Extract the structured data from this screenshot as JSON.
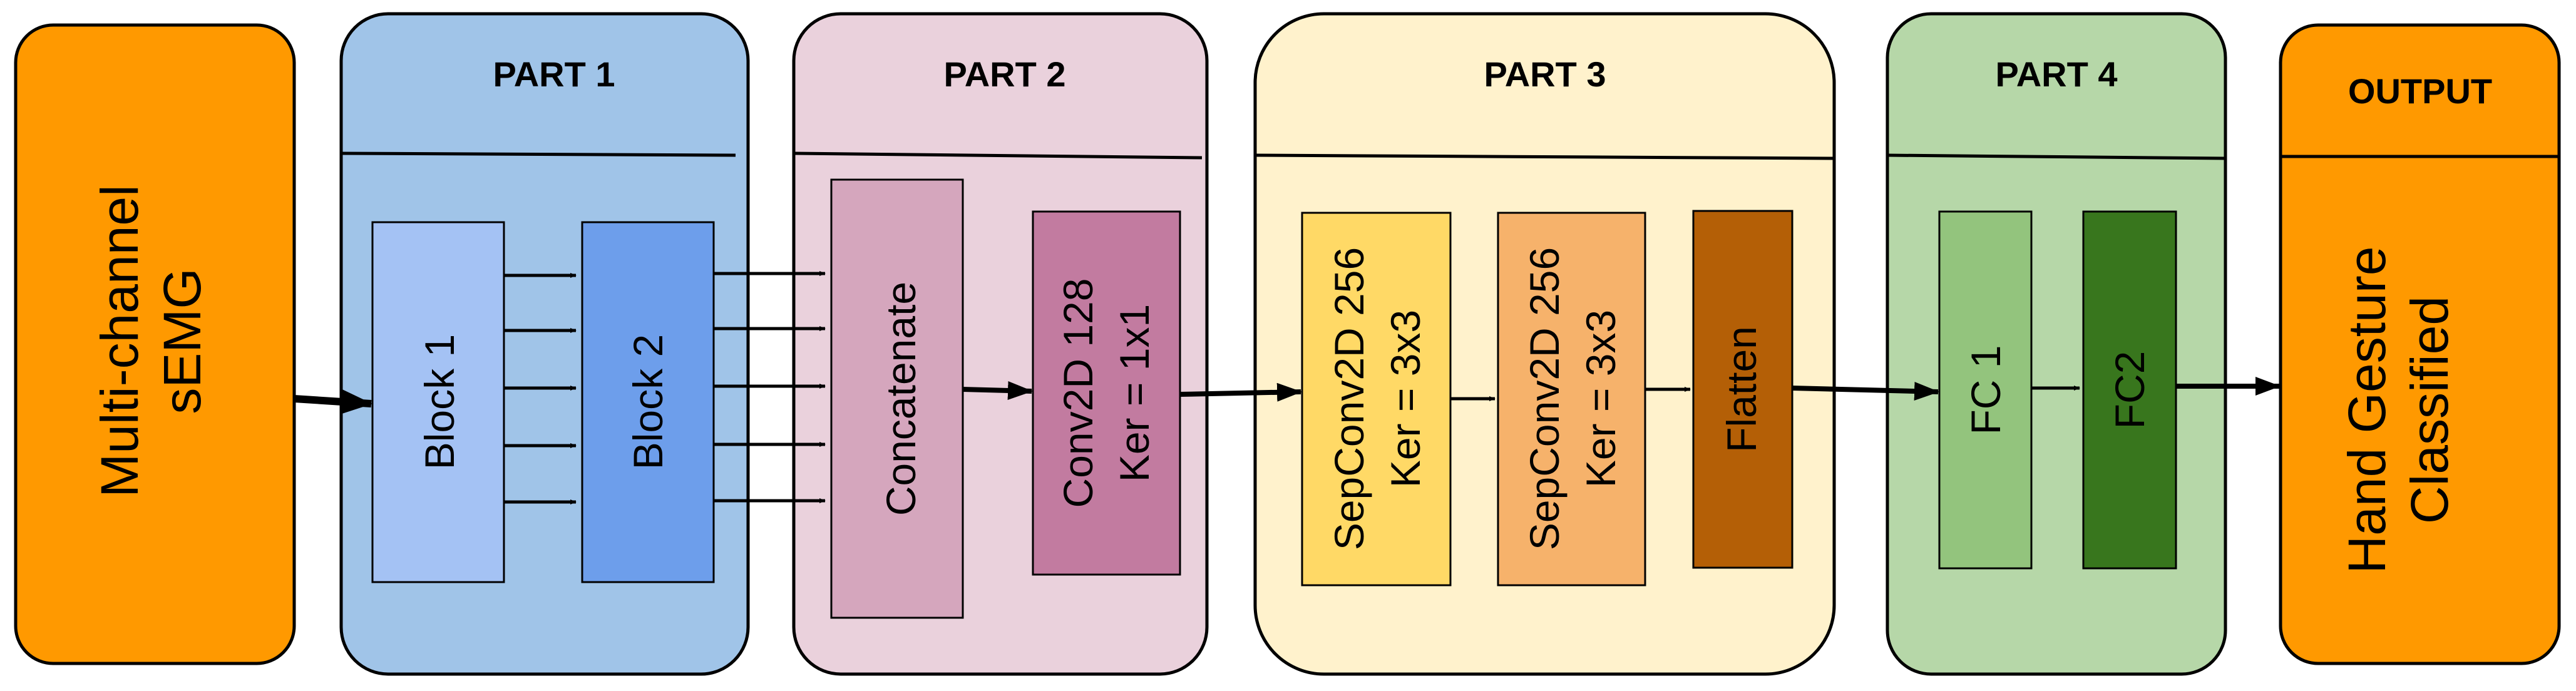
{
  "input": {
    "line1": "Multi-channel",
    "line2": "sEMG"
  },
  "part1": {
    "title": "PART 1",
    "block1": "Block 1",
    "block2": "Block 2"
  },
  "part2": {
    "title": "PART 2",
    "concat": "Concatenate",
    "conv_line1": "Conv2D 128",
    "conv_line2": "Ker = 1x1"
  },
  "part3": {
    "title": "PART 3",
    "sep1_line1": "SepConv2D 256",
    "sep1_line2": "Ker = 3x3",
    "sep2_line1": "SepConv2D 256",
    "sep2_line2": "Ker = 3x3",
    "flatten": "Flatten"
  },
  "part4": {
    "title": "PART 4",
    "fc1": "FC 1",
    "fc2": "FC2"
  },
  "output": {
    "title": "OUTPUT",
    "line1": "Hand Gesture",
    "line2": "Classified"
  },
  "colors": {
    "orange": "#FF9900",
    "part1_bg": "#A0C4E8",
    "block1": "#A4C2F4",
    "block2": "#6D9EEB",
    "part2_bg": "#EAD1DC",
    "concat": "#D5A6BD",
    "conv": "#C27BA0",
    "part3_bg": "#FFF2CC",
    "sep1": "#FFD966",
    "sep2": "#F6B26B",
    "flatten": "#B45F06",
    "part4_bg": "#B6D7A8",
    "fc1": "#93C47D",
    "fc2": "#38761D"
  }
}
